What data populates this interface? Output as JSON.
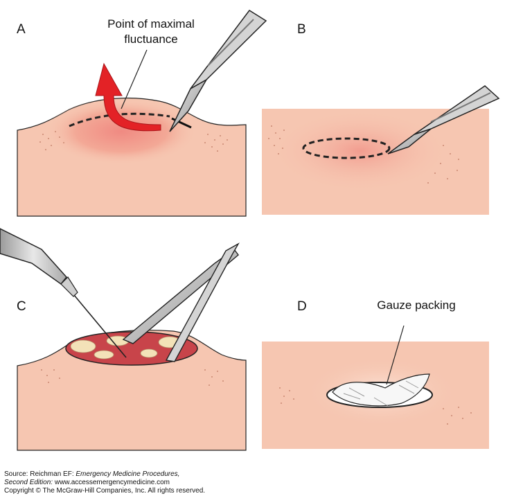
{
  "panels": {
    "a": {
      "letter": "A",
      "callout_line1": "Point of maximal",
      "callout_line2": "fluctuance"
    },
    "b": {
      "letter": "B"
    },
    "c": {
      "letter": "C"
    },
    "d": {
      "letter": "D",
      "callout": "Gauze packing"
    }
  },
  "source": {
    "prefix": "Source: Reichman EF: ",
    "book_title": "Emergency Medicine Procedures,",
    "edition": "Second Edition:",
    "website": " www.accessemergencymedicine.com",
    "copyright": "Copyright © The McGraw-Hill Companies, Inc. All rights reserved."
  },
  "colors": {
    "skin": "#f6c6b1",
    "skin_shadow": "#eab29c",
    "inflamed": "#f0938a",
    "arrow_red": "#e32226",
    "wound_red": "#c8444a",
    "pus": "#f3e2b8",
    "instrument_gray": "#c9c9c9",
    "outline": "#222222"
  },
  "icons": [
    "scalpel-icon",
    "syringe-needle-icon",
    "hemostat-forceps-icon",
    "gauze-icon",
    "incision-arrow-icon"
  ]
}
